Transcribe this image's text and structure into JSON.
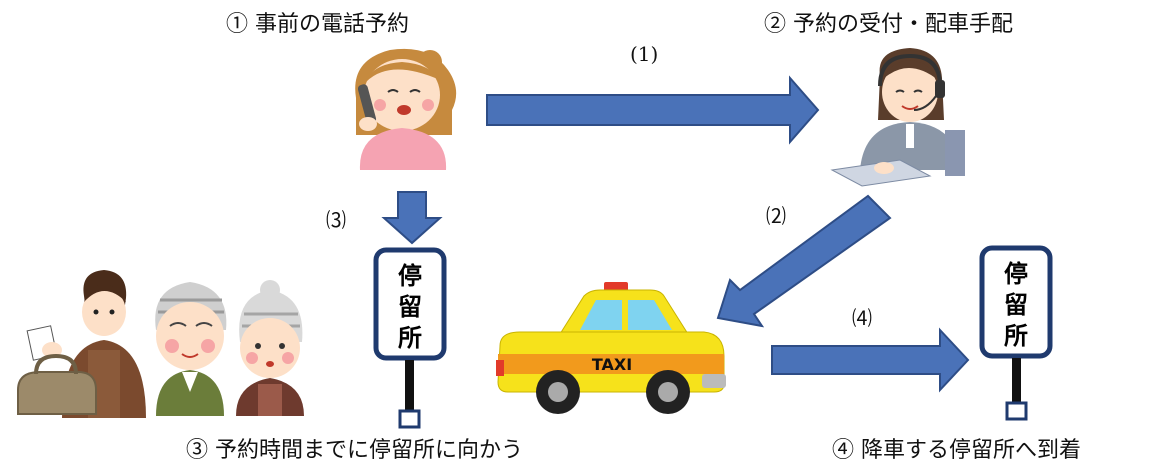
{
  "steps": {
    "s1": "① 事前の電話予約",
    "s2": "② 予約の受付・配車手配",
    "s3": "③ 予約時間までに停留所に向かう",
    "s4": "④ 降車する停留所へ到着"
  },
  "arrows": {
    "a1": "(1)",
    "a2": "⑵",
    "a3": "⑶",
    "a4": "⑷"
  },
  "signs": {
    "left": [
      "停",
      "留",
      "所"
    ],
    "right": [
      "停",
      "留",
      "所"
    ]
  },
  "taxi": {
    "label": "TAXI"
  },
  "colors": {
    "arrow_fill": "#4a72b8",
    "arrow_stroke": "#2e4d86",
    "sign_border": "#1f3a6e",
    "taxi_body": "#f6e21b",
    "taxi_stripe": "#f29a1c"
  }
}
